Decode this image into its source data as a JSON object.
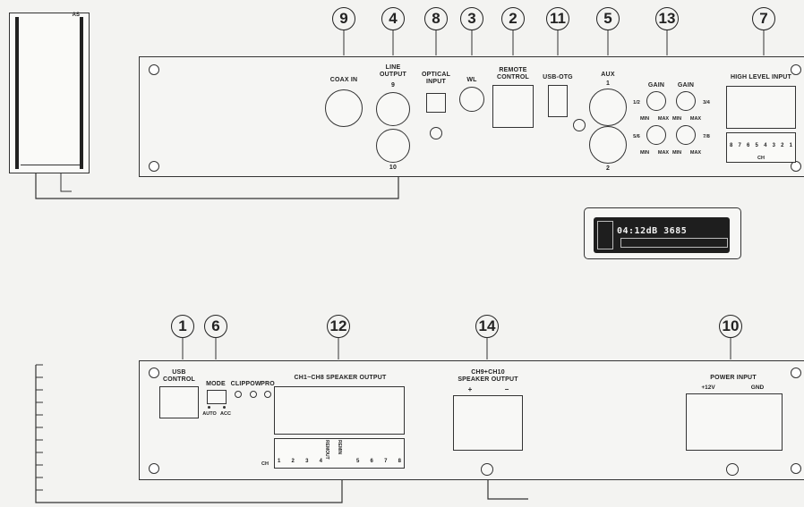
{
  "background_note": "",
  "top_panel": {
    "callouts": [
      "9",
      "4",
      "8",
      "3",
      "2",
      "11",
      "5",
      "13",
      "7"
    ],
    "coax_in": "COAX IN",
    "line_output": "LINE\nOUTPUT",
    "line_output_9": "9",
    "line_output_10": "10",
    "optical_input": "OPTICAL\nINPUT",
    "wl": "WL",
    "remote_control": "REMOTE\nCONTROL",
    "usb_otg": "USB-OTG",
    "aux": "AUX",
    "aux_1": "1",
    "aux_2": "2",
    "gain_left": "GAIN",
    "gain_right": "GAIN",
    "ch_12": "1/2",
    "ch_34": "3/4",
    "ch_56": "5/6",
    "ch_78": "7/8",
    "min": "MIN",
    "max": "MAX",
    "high_level_input": "HIGH LEVEL INPUT",
    "high_level_channels": [
      "8",
      "7",
      "6",
      "5",
      "4",
      "3",
      "2",
      "1"
    ],
    "ch": "CH"
  },
  "display_unit": {
    "readout": "04:12dB 3685"
  },
  "bottom_panel": {
    "callouts": [
      "1",
      "6",
      "12",
      "14",
      "10"
    ],
    "usb_control": "USB\nCONTROL",
    "mode": "MODE",
    "clip": "CLIP",
    "pow": "POW",
    "pro": "PRO",
    "auto": "AUTO",
    "acc": "ACC",
    "speaker_output": "CH1~CH8 SPEAKER OUTPUT",
    "ch": "CH",
    "left_channels": [
      "1",
      "2",
      "3",
      "4"
    ],
    "right_channels": [
      "5",
      "6",
      "7",
      "8"
    ],
    "remout": "REMOUT",
    "remin": "REMIN",
    "ch910": "CH9+CH10\nSPEAKER OUTPUT",
    "plus": "+",
    "minus": "−",
    "power_input": "POWER INPUT",
    "plus12v": "+12V",
    "gnd": "GND"
  },
  "side_unit": {
    "top_label": "AS"
  },
  "colors": {
    "line": "#333333",
    "panel": "#f5f5f3",
    "display_bg": "#1e1e1e"
  }
}
